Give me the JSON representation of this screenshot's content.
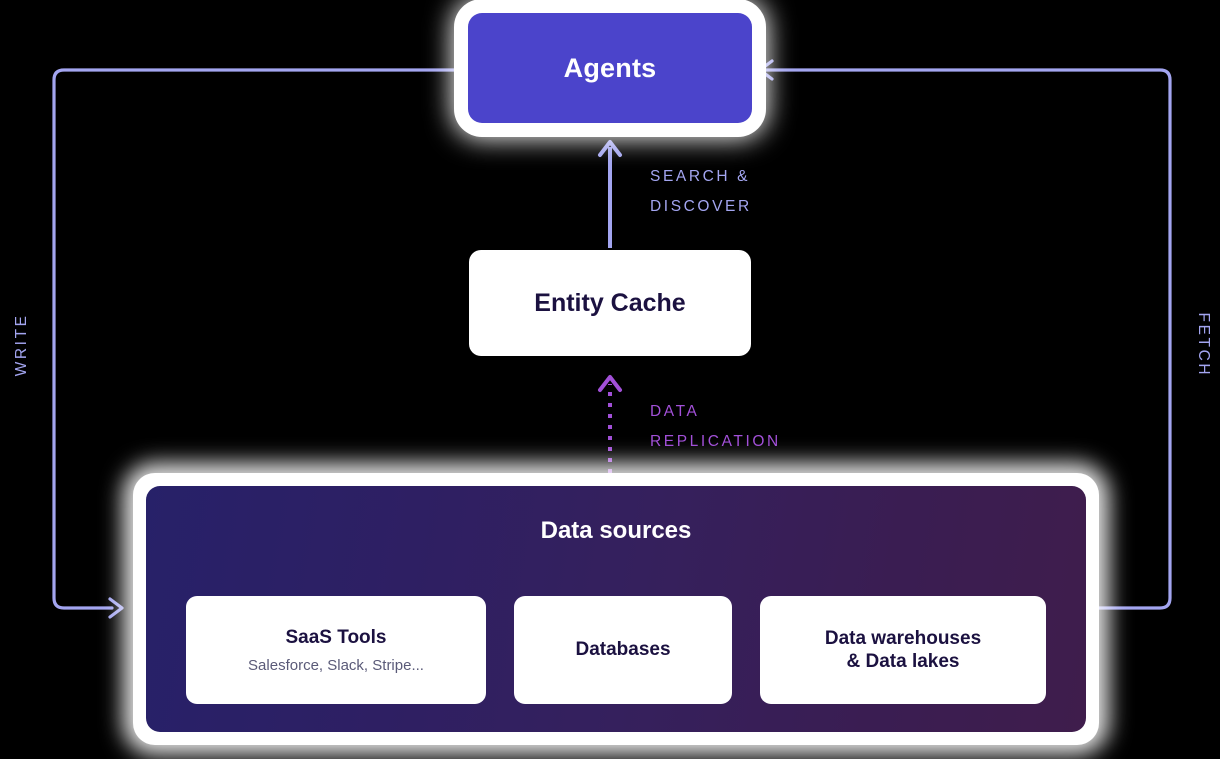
{
  "diagram": {
    "background_color": "#000000",
    "nodes": {
      "agents": {
        "label": "Agents",
        "color": "#4b44cb",
        "text_color": "#ffffff"
      },
      "entity_cache": {
        "label": "Entity Cache",
        "color": "#ffffff",
        "text_color": "#1b1140"
      },
      "data_sources": {
        "title": "Data sources",
        "gradient_from": "#272169",
        "gradient_to": "#3f1d4c",
        "cards": [
          {
            "title": "SaaS Tools",
            "subtitle": "Salesforce, Slack, Stripe..."
          },
          {
            "title": "Databases",
            "subtitle": ""
          },
          {
            "title": "Data warehouses\n& Data lakes",
            "subtitle": ""
          }
        ]
      }
    },
    "edges": {
      "search_discover": {
        "label": "SEARCH &\nDISCOVER",
        "color": "#a3a5f0",
        "style": "solid",
        "from": "entity-cache",
        "to": "agents"
      },
      "data_replication": {
        "label": "DATA\nREPLICATION",
        "color": "#a250d8",
        "style": "dotted",
        "from": "data-sources",
        "to": "entity-cache"
      },
      "write": {
        "label": "WRITE",
        "color": "#a3a5f0",
        "style": "solid",
        "from": "agents",
        "to": "data-sources"
      },
      "fetch": {
        "label": "FETCH",
        "color": "#a3a5f0",
        "style": "solid",
        "from": "data-sources",
        "to": "agents"
      }
    }
  }
}
